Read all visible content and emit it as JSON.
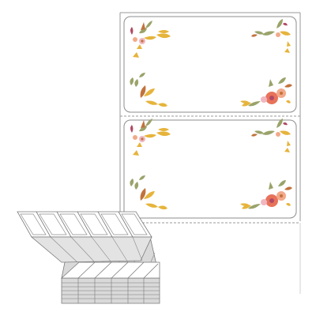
{
  "product": {
    "kind": "fanfold-label-roll",
    "label_count_visible": 2,
    "fanfold_stack_columns": 6,
    "colors": {
      "liner": "#ffffff",
      "liner_border": "#9a9a9a",
      "label_border": "#8c8c8c",
      "perforation": "#9a9a9a",
      "stack_gray": "#d9d9d9",
      "stack_edge": "#7a7a7a"
    },
    "floral_palette": {
      "coral": "#e8735a",
      "peach": "#f2a98a",
      "gold": "#e6b43c",
      "olive": "#9aa36a",
      "rust": "#c2723c",
      "blush": "#f0b7c0",
      "plum": "#b04a64"
    },
    "decoration": "floral-corner-bouquets"
  }
}
